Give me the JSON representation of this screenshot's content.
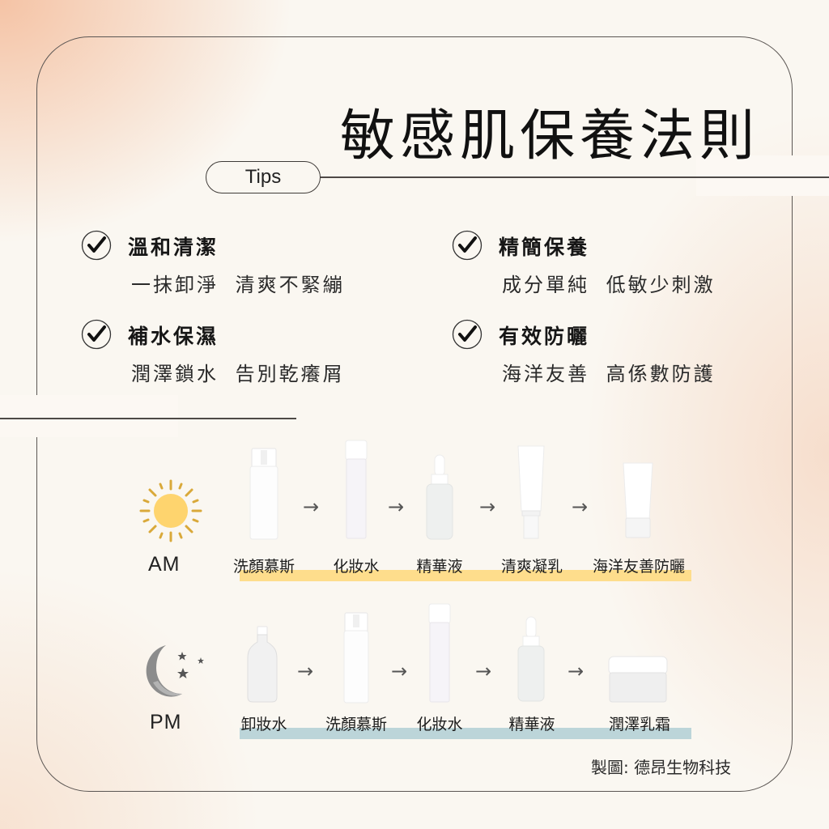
{
  "title": "敏感肌保養法則",
  "tips_label": "Tips",
  "tips": [
    {
      "heading": "溫和清潔",
      "description": "一抹卸淨 清爽不緊繃"
    },
    {
      "heading": "精簡保養",
      "description": "成分單純 低敏少刺激"
    },
    {
      "heading": "補水保濕",
      "description": "潤澤鎖水 告別乾癢屑"
    },
    {
      "heading": "有效防曬",
      "description": "海洋友善 高係數防護"
    }
  ],
  "routines": {
    "am": {
      "label": "AM",
      "icon": "sun-icon",
      "bar_color": "#fedd8c",
      "steps": [
        {
          "label": "洗顏慕斯",
          "product": "foam-pump-bottle"
        },
        {
          "label": "化妝水",
          "product": "toner-bottle"
        },
        {
          "label": "精華液",
          "product": "dropper-serum-bottle"
        },
        {
          "label": "清爽凝乳",
          "product": "pump-tube"
        },
        {
          "label": "海洋友善防曬",
          "product": "squeeze-tube"
        }
      ],
      "arrow": "→"
    },
    "pm": {
      "label": "PM",
      "icon": "moon-stars-icon",
      "bar_color": "#bcd5d9",
      "steps": [
        {
          "label": "卸妝水",
          "product": "clear-bottle"
        },
        {
          "label": "洗顏慕斯",
          "product": "foam-pump-bottle"
        },
        {
          "label": "化妝水",
          "product": "toner-bottle"
        },
        {
          "label": "精華液",
          "product": "dropper-serum-bottle"
        },
        {
          "label": "潤澤乳霜",
          "product": "cream-jar"
        }
      ],
      "arrow": "→"
    }
  },
  "credit": "製圖: 德昂生物科技",
  "colors": {
    "background": "#faf7f1",
    "accent_peach": "#f3b28c",
    "sun": "#fed46e",
    "sun_rays": "#d9a93a",
    "moon": "#8a8a8a",
    "frame_line": "#5b5653"
  }
}
